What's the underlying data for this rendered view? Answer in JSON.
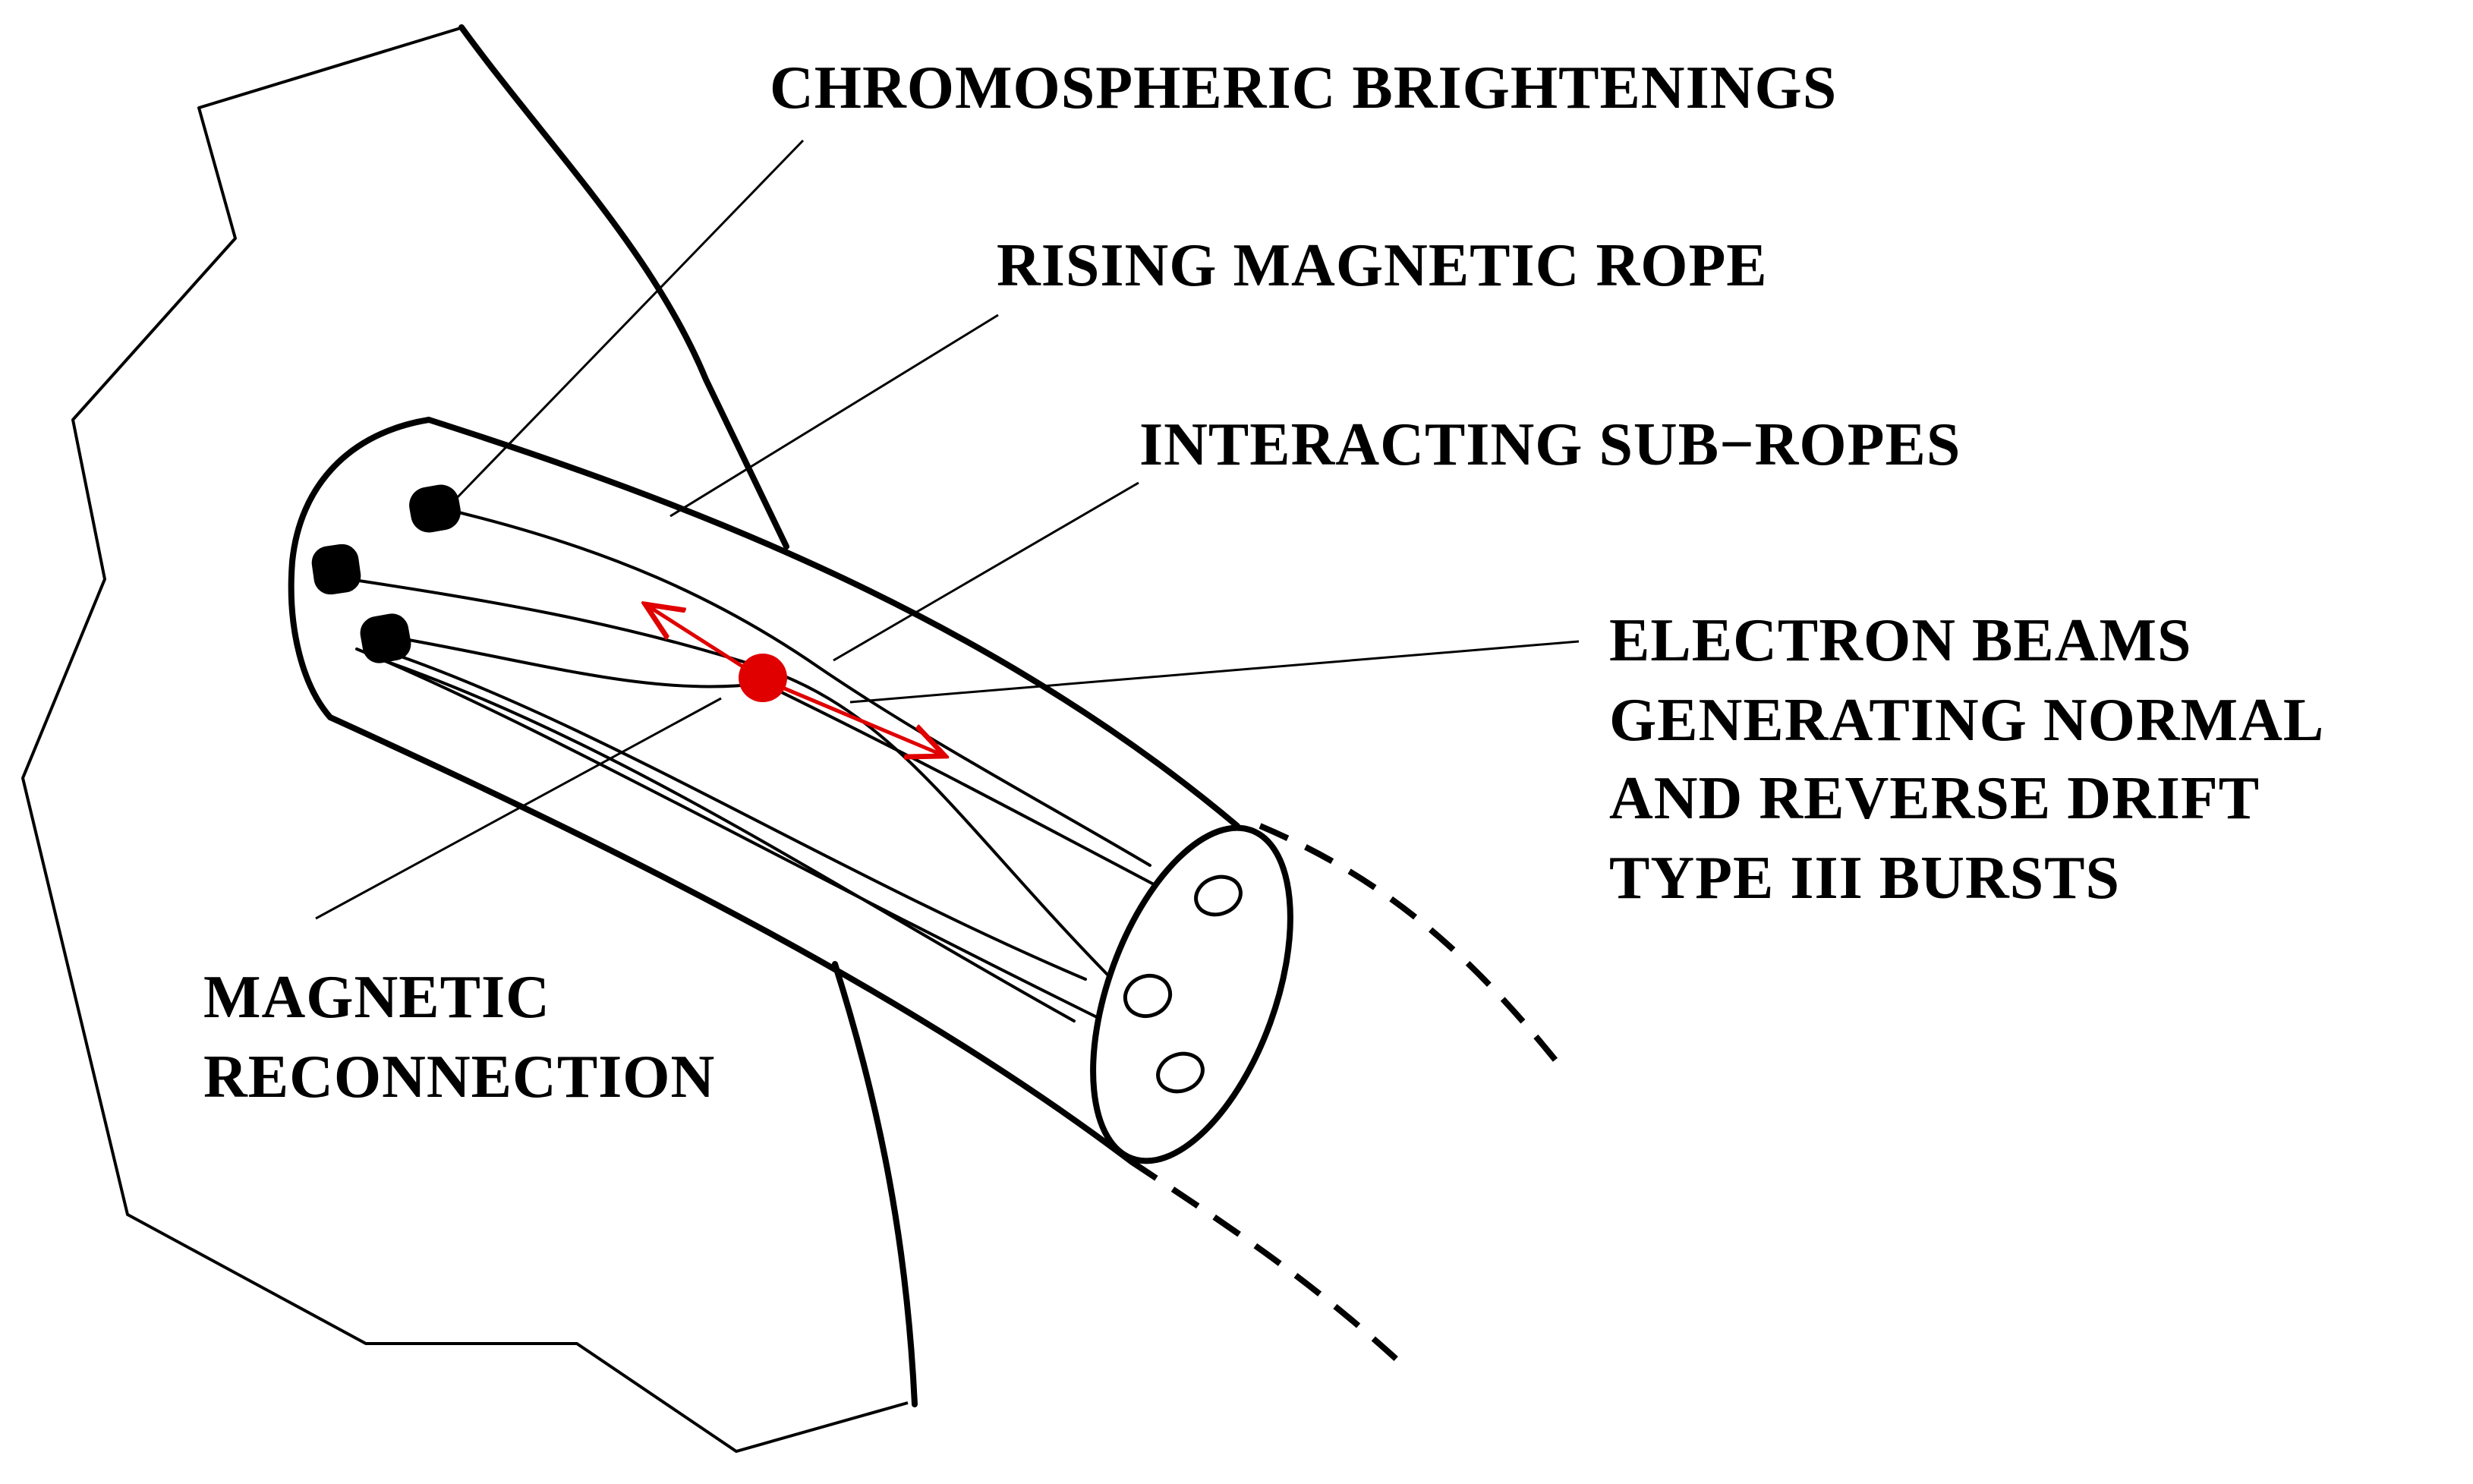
{
  "labels": {
    "chromospheric_brightenings": "CHROMOSPHERIC  BRIGHTENINGS",
    "rising_magnetic_rope": "RISING  MAGNETIC  ROPE",
    "interacting_sub_ropes": "INTERACTING  SUB−ROPES",
    "electron_beams": [
      "ELECTRON  BEAMS",
      "GENERATING  NORMAL",
      "AND  REVERSE DRIFT",
      "TYPE  III BURSTS"
    ],
    "magnetic_reconnection": [
      "MAGNETIC",
      "RECONNECTION"
    ]
  },
  "colors": {
    "ink": "#000000",
    "reconnection_point": "#e00000",
    "beam_arrows": "#e00000"
  }
}
